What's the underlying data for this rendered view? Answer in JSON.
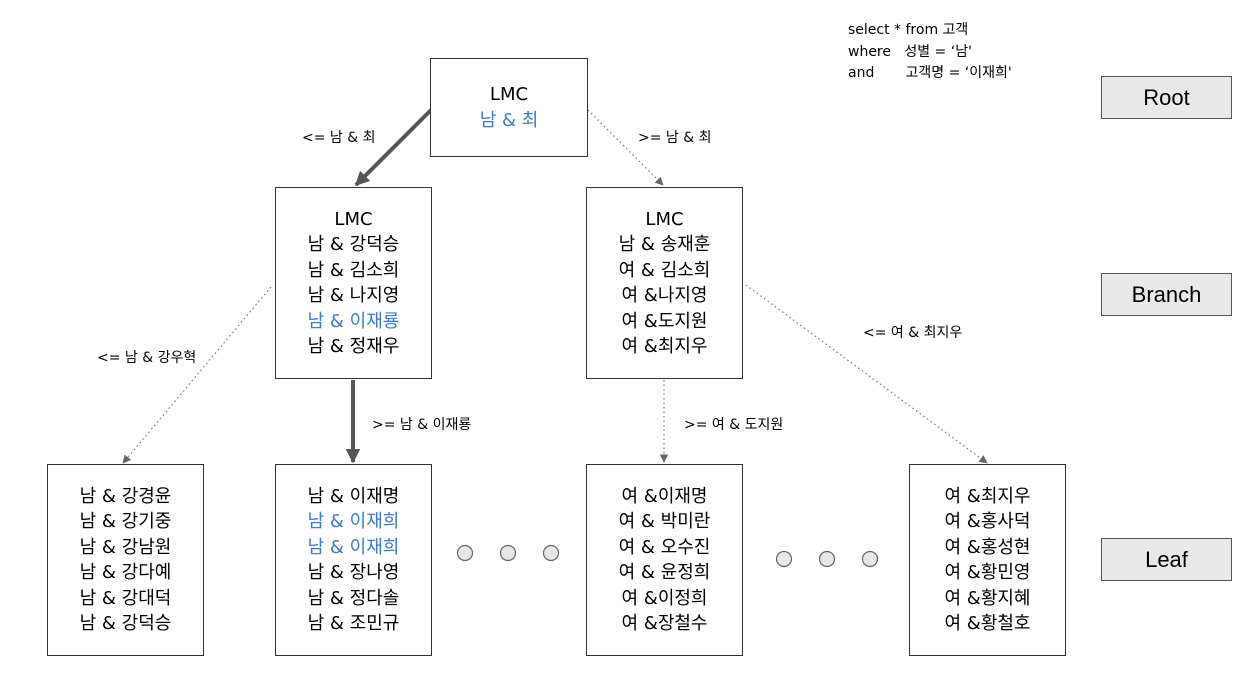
{
  "query": {
    "lines": [
      "select * from 고객",
      "where   성별 = ‘남'",
      "and       고객명 = ‘이재희'"
    ]
  },
  "levels": {
    "root": "Root",
    "branch": "Branch",
    "leaf": "Leaf"
  },
  "colors": {
    "highlight": "#3b78d8",
    "arrow_bold": "#555555",
    "arrow_dotted": "#777777",
    "level_fill": "#e9e9e9"
  },
  "root_node": {
    "lines": [
      "LMC",
      "남 & 최"
    ]
  },
  "branch_left": {
    "lines": [
      "LMC",
      "남 & 강덕승",
      "남 & 김소희",
      "남 & 나지영",
      "남 & 이재룡",
      "남 & 정재우"
    ]
  },
  "branch_right": {
    "lines": [
      "LMC",
      "남 & 송재훈",
      "여 & 김소희",
      "여 &나지영",
      "여 &도지원",
      "여 &최지우"
    ]
  },
  "leaf_1": {
    "lines": [
      "남 & 강경윤",
      "남 & 강기중",
      "남 & 강남원",
      "남 & 강다예",
      "남 & 강대덕",
      "남 & 강덕승"
    ]
  },
  "leaf_2": {
    "lines": [
      "남 & 이재명",
      "남 & 이재희",
      "남 & 이재희",
      "남 & 장나영",
      "남 & 정다솔",
      "남 & 조민규"
    ]
  },
  "leaf_3": {
    "lines": [
      "여 &이재명",
      "여 & 박미란",
      "여 & 오수진",
      "여 & 윤정희",
      "여 &이정희",
      "여 &장철수"
    ]
  },
  "leaf_4": {
    "lines": [
      "여 &최지우",
      "여 &홍사덕",
      "여 &홍성현",
      "여 &황민영",
      "여 &황지혜",
      "여 &황철호"
    ]
  },
  "edge_labels": {
    "root_left": "<= 남 & 최",
    "root_right": ">= 남 & 최",
    "branch_left_left": "<= 남 & 강우혁",
    "branch_left_right": ">= 남 & 이재룡",
    "branch_right_mid": ">= 여 & 도지원",
    "branch_right_right": "<= 여 & 최지우"
  }
}
